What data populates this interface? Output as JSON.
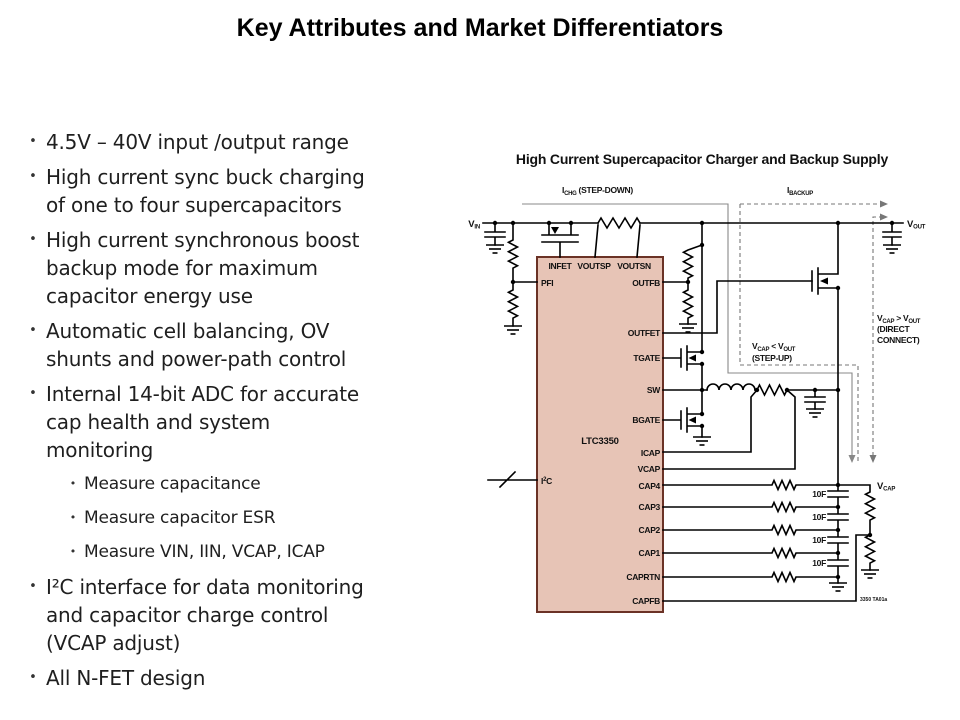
{
  "page": {
    "title": "Key Attributes and Market Differentiators"
  },
  "bullets": {
    "items": [
      {
        "lines": [
          "4.5V – 40V input /output range"
        ]
      },
      {
        "lines": [
          "High current sync buck charging",
          "of one to four supercapacitors"
        ]
      },
      {
        "lines": [
          "High current synchronous boost",
          "backup mode for maximum",
          "capacitor energy use"
        ]
      },
      {
        "lines": [
          "Automatic cell balancing, OV",
          "shunts and power-path control"
        ]
      },
      {
        "lines": [
          "Internal 14-bit ADC for accurate",
          "cap health and system",
          "monitoring"
        ]
      },
      {
        "lines": [
          "I²C interface for data monitoring",
          "and capacitor charge control",
          "(VCAP adjust)"
        ]
      },
      {
        "lines": [
          "All N-FET design"
        ]
      }
    ],
    "sub_items": [
      {
        "lines": [
          "Measure capacitance"
        ]
      },
      {
        "lines": [
          "Measure capacitor ESR"
        ]
      },
      {
        "lines": [
          "Measure VIN, IIN, VCAP, ICAP"
        ]
      }
    ]
  },
  "diagram": {
    "title": "High Current Supercapacitor Charger and Backup Supply",
    "ic": {
      "part": "LTC3350",
      "top_pins": [
        "INFET",
        "VOUTSP",
        "VOUTSN"
      ],
      "left_pins": {
        "pfi": "PFI",
        "i2c": {
          "main": "I",
          "sup": "2",
          "rest": "C"
        }
      },
      "right_pins": [
        "OUTFB",
        "OUTFET",
        "TGATE",
        "SW",
        "BGATE",
        "ICAP",
        "VCAP",
        "CAP4",
        "CAP3",
        "CAP2",
        "CAP1",
        "CAPRTN",
        "CAPFB"
      ]
    },
    "labels": {
      "vin": {
        "main": "V",
        "sub": "IN"
      },
      "vout": {
        "main": "V",
        "sub": "OUT"
      },
      "vcap": {
        "main": "V",
        "sub": "CAP"
      },
      "ichg": {
        "main": "I",
        "sub": "CHG",
        "rest": " (STEP-DOWN)"
      },
      "ibackup": {
        "main": "I",
        "sub": "BACKUP"
      },
      "stepup": {
        "m1": "V",
        "s1": "CAP",
        "mid": " < V",
        "s2": "OUT",
        "line2": "(STEP-UP)"
      },
      "direct": {
        "m1": "V",
        "s1": "CAP",
        "mid": " > V",
        "s2": "OUT",
        "line2": "(DIRECT",
        "line3": "CONNECT)"
      },
      "cap_value": "10F",
      "caption": "3350 TA01a"
    },
    "colors": {
      "ic_fill": "#e7c4b6",
      "ic_border": "#6b3226",
      "wire": "#000000",
      "annotation": "#888888"
    }
  }
}
